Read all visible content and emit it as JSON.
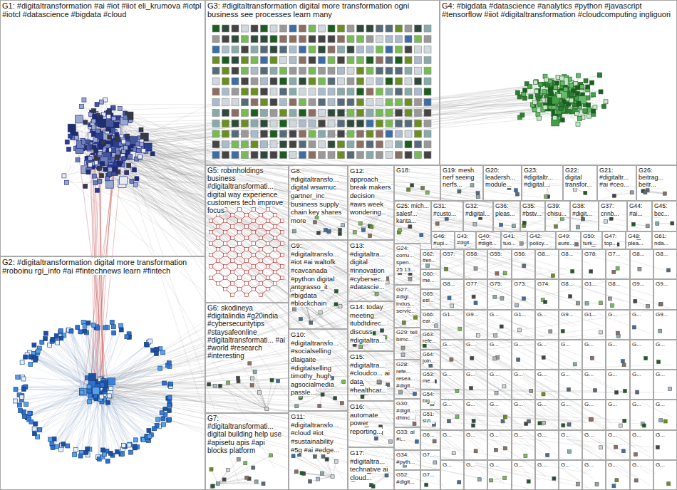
{
  "diagram": {
    "nodes": [
      {
        "text": [
          "G1: #digitaltransformation #ai #iot #iiot eli_krumova #iotpl #iotcl #datascience #bigdata #cloud"
        ]
      },
      {
        "text": [
          "G3: #digitaltransformation digital more transformation ogni business see processes learn many"
        ]
      },
      {
        "text": [
          "G4: #bigdata #datascience #analytics #python #javascript #tensorflow #iiot #digitaltransformation #cloudcomputing ingliguori"
        ]
      },
      {
        "text": [
          "G2: #digitaltransformation digital more transformation #roboinu rgi_info #ai #fintechnews learn #fintech"
        ]
      },
      {
        "text": [
          "G5: robinholdings business #digitaltransformati... digital way experience customers tech improve focus"
        ]
      },
      {
        "text": [
          "G6: skodineya #digitalindia #g20india #cybersecuritytips #staysafeonline #digitaltransformati... #ai #world #research #interesting"
        ]
      },
      {
        "text": [
          "G7: #digitaltransformati... digital building help use #apisetu apis #api blocks platform"
        ]
      },
      {
        "text": [
          "G8: #digitaltransfo... digital wswmuc gartner_inc business supply chain key shares more"
        ]
      },
      {
        "text": [
          "G9: #digitaltransfo... #iot #ai waltofk #cavcanada #python digital antgrasso_it #bigdata #blockchain"
        ]
      },
      {
        "text": [
          "G10: #digitaltransfo... #socialselling dlaigaite #digitalselling timothy_hugh agsocialmedia passle..."
        ]
      },
      {
        "text": [
          "G11: #digitaltransfo... #cloud #iot #sustainability #5g #ai #edge..."
        ]
      },
      {
        "text": [
          "G12: approach break makers decision #aws week wondering..."
        ]
      },
      {
        "text": [
          "G13: #digitaltra... digital #innovation #cybersec... #datascie..."
        ]
      },
      {
        "text": [
          "G14: today meeting itubdtdirec... discuss #digitaltra..."
        ]
      },
      {
        "text": [
          "G15: #digitaltra... #cloudco... ai data #healthcar..."
        ]
      },
      {
        "text": [
          "G16: automate power reporting..."
        ]
      },
      {
        "text": [
          "G17: #digitaltra... technative ai cloud..."
        ]
      },
      {
        "text": [
          "G18:"
        ]
      },
      {
        "text": [
          "G19: mesh nerf seeing nerfs..."
        ]
      },
      {
        "text": [
          "G20: leadersh... module..."
        ]
      },
      {
        "text": [
          "G23: #digitaltr... #digital..."
        ]
      },
      {
        "text": [
          "G22: digital transfor..."
        ]
      },
      {
        "text": [
          "G21: #digitaltr... #ai #ceo..."
        ]
      },
      {
        "text": [
          "G26: beitrag... beitr..."
        ]
      },
      {
        "text": [
          "G25: mich... salesf... kanta..."
        ]
      },
      {
        "text": [
          "G31: #custo..."
        ]
      },
      {
        "text": [
          "G32: #digital..."
        ]
      },
      {
        "text": [
          "G36: pleas..."
        ]
      },
      {
        "text": [
          "G35: #bstv..."
        ]
      },
      {
        "text": [
          "G39: chisu..."
        ]
      },
      {
        "text": [
          "G38: #digit..."
        ]
      },
      {
        "text": [
          "G37: cnnb..."
        ]
      },
      {
        "text": [
          "G44: #ai..."
        ]
      },
      {
        "text": [
          "G45: bec..."
        ]
      },
      {
        "text": [
          "G46: #upi..."
        ]
      },
      {
        "text": [
          "G43: #digit..."
        ]
      },
      {
        "text": [
          "G40: #digit..."
        ]
      },
      {
        "text": [
          "G41: tuo..."
        ]
      },
      {
        "text": [
          "G42: policy..."
        ]
      },
      {
        "text": [
          "G49: eure..."
        ]
      },
      {
        "text": [
          "G50: turk..."
        ]
      },
      {
        "text": [
          "G47: top..."
        ]
      },
      {
        "text": [
          "G48: plea..."
        ]
      },
      {
        "text": [
          "G61: nda..."
        ]
      },
      {
        "text": [
          "G24: corru... spen... 25 13..."
        ]
      },
      {
        "text": [
          "G27: #digi... indus... servic..."
        ]
      },
      {
        "text": [
          "G29: tell bimc..."
        ]
      },
      {
        "text": [
          "G28: refe... resea... #digit..."
        ]
      },
      {
        "text": [
          "G30: #digit... dhinc..."
        ]
      },
      {
        "text": [
          "G33: ai #i..."
        ]
      },
      {
        "text": [
          "G34: #pyth..."
        ]
      },
      {
        "text": [
          "G52: #digit..."
        ]
      },
      {
        "text": [
          "G62: #en..."
        ]
      },
      {
        "text": [
          "G60: me..."
        ]
      },
      {
        "text": [
          "G65: esi..."
        ]
      },
      {
        "text": [
          "G66: ear..."
        ]
      },
      {
        "text": [
          "G63: refe..."
        ]
      },
      {
        "text": [
          "G64: join..."
        ]
      },
      {
        "text": [
          "G53: me..."
        ]
      },
      {
        "text": [
          "G54: big..."
        ]
      },
      {
        "text": [
          "G51: sizi..."
        ]
      },
      {
        "text": [
          "G6..."
        ]
      },
      {
        "text": [
          "G7..."
        ]
      },
      {
        "text": [
          "G7..."
        ]
      },
      {
        "text": [
          "G57:"
        ]
      },
      {
        "text": [
          "G58:"
        ]
      },
      {
        "text": [
          "G55:"
        ]
      },
      {
        "text": [
          "G56:"
        ]
      },
      {
        "text": [
          "G8..."
        ]
      },
      {
        "text": [
          "G8..."
        ]
      },
      {
        "text": [
          "G78:"
        ]
      },
      {
        "text": [
          "G7..."
        ]
      },
      {
        "text": [
          "G8..."
        ]
      },
      {
        "text": [
          "G8..."
        ]
      },
      {
        "text": [
          "G8..."
        ]
      },
      {
        "text": [
          "G77:"
        ]
      },
      {
        "text": [
          "G75:"
        ]
      },
      {
        "text": [
          "G73:"
        ]
      },
      {
        "text": [
          "G74:"
        ]
      },
      {
        "text": [
          "G8..."
        ]
      },
      {
        "text": [
          "G1..."
        ]
      },
      {
        "text": [
          "G8..."
        ]
      },
      {
        "text": [
          "G9..."
        ]
      },
      {
        "text": [
          "G9..."
        ]
      },
      {
        "text": [
          "G1..."
        ]
      },
      {
        "text": [
          "G9..."
        ]
      },
      {
        "text": [
          "G..."
        ]
      },
      {
        "text": [
          "G1..."
        ]
      },
      {
        "text": [
          "G..."
        ]
      },
      {
        "text": [
          "G9..."
        ]
      },
      {
        "text": [
          "G1..."
        ]
      },
      {
        "text": [
          "G..."
        ]
      },
      {
        "text": [
          "G..."
        ]
      },
      {
        "text": [
          "G9..."
        ]
      },
      {
        "text": [
          "G..."
        ]
      },
      {
        "text": [
          "G..."
        ]
      },
      {
        "text": [
          "G..."
        ]
      },
      {
        "text": [
          "G..."
        ]
      },
      {
        "text": [
          "G..."
        ]
      },
      {
        "text": [
          "G..."
        ]
      },
      {
        "text": [
          "G..."
        ]
      },
      {
        "text": [
          "G..."
        ]
      },
      {
        "text": [
          "G..."
        ]
      },
      {
        "text": [
          "G..."
        ]
      },
      {
        "text": [
          "G..."
        ]
      },
      {
        "text": [
          "G..."
        ]
      },
      {
        "text": [
          "G..."
        ]
      },
      {
        "text": [
          "G..."
        ]
      },
      {
        "text": [
          "G..."
        ]
      },
      {
        "text": [
          "G..."
        ]
      },
      {
        "text": [
          "G..."
        ]
      },
      {
        "text": [
          "G..."
        ]
      },
      {
        "text": [
          "G..."
        ]
      },
      {
        "text": [
          "G..."
        ]
      },
      {
        "text": [
          "G..."
        ]
      },
      {
        "text": [
          "G..."
        ]
      },
      {
        "text": [
          "G..."
        ]
      },
      {
        "text": [
          "G..."
        ]
      },
      {
        "text": [
          "G..."
        ]
      },
      {
        "text": [
          "G..."
        ]
      },
      {
        "text": [
          "G..."
        ]
      },
      {
        "text": [
          "G..."
        ]
      },
      {
        "text": [
          "G..."
        ]
      },
      {
        "text": [
          "G..."
        ]
      },
      {
        "text": [
          "G..."
        ]
      },
      {
        "text": [
          "G..."
        ]
      },
      {
        "text": [
          "G..."
        ]
      },
      {
        "text": [
          "G..."
        ]
      },
      {
        "text": [
          "G..."
        ]
      },
      {
        "text": [
          "G..."
        ]
      },
      {
        "text": [
          "G..."
        ]
      },
      {
        "text": [
          "G..."
        ]
      },
      {
        "text": [
          "G..."
        ]
      },
      {
        "text": [
          "G..."
        ]
      },
      {
        "text": [
          "G..."
        ]
      },
      {
        "text": [
          "G..."
        ]
      },
      {
        "text": [
          "G..."
        ]
      },
      {
        "text": [
          "G..."
        ]
      },
      {
        "text": [
          "G..."
        ]
      },
      {
        "text": [
          "G..."
        ]
      },
      {
        "text": [
          "G..."
        ]
      },
      {
        "text": [
          "G..."
        ]
      },
      {
        "text": [
          "G..."
        ]
      },
      {
        "text": [
          "G..."
        ]
      }
    ]
  }
}
